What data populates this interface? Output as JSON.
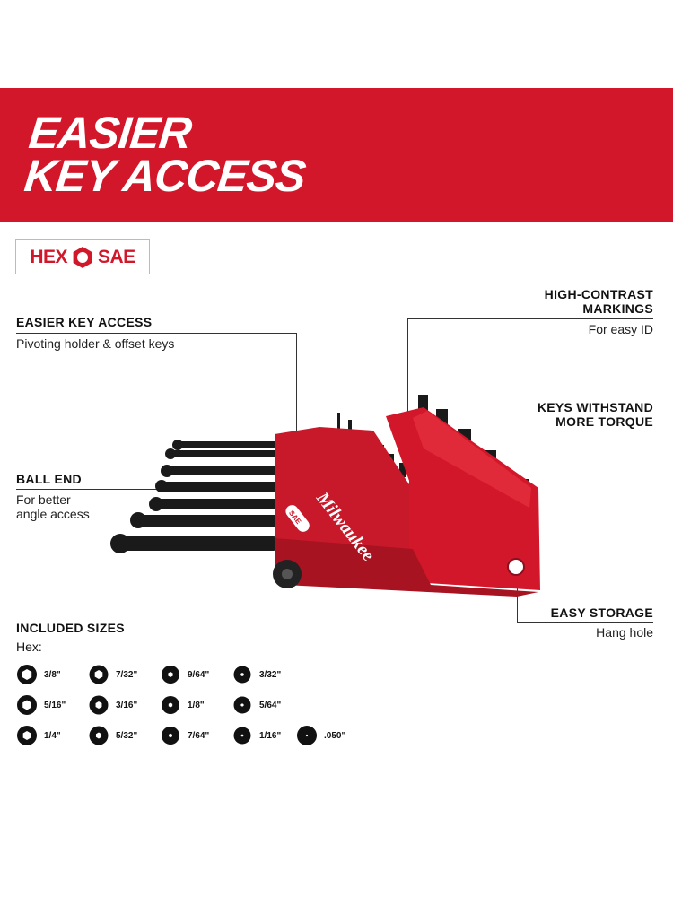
{
  "banner": {
    "line1": "EASIER",
    "line2": "KEY ACCESS",
    "color": "#d3172b"
  },
  "badge": {
    "left": "HEX",
    "right": "SAE",
    "icon": "hex-nut-icon"
  },
  "callouts": {
    "easier": {
      "title": "EASIER KEY ACCESS",
      "sub": "Pivoting holder & offset keys"
    },
    "ball": {
      "title": "BALL END",
      "sub1": "For better",
      "sub2": "angle access"
    },
    "contrast": {
      "title1": "HIGH-CONTRAST",
      "title2": "MARKINGS",
      "sub": "For easy ID"
    },
    "torque": {
      "title1": "KEYS WITHSTAND",
      "title2": "MORE TORQUE"
    },
    "storage": {
      "title": "EASY STORAGE",
      "sub": "Hang hole"
    }
  },
  "product": {
    "brand": "Milwaukee",
    "tag": "SAE"
  },
  "sizes": {
    "title": "INCLUDED SIZES",
    "sub": "Hex:",
    "items": [
      "3/8\"",
      "7/32\"",
      "9/64\"",
      "3/32\"",
      "5/16\"",
      "3/16\"",
      "1/8\"",
      "5/64\"",
      "1/4\"",
      "5/32\"",
      "7/64\"",
      "1/16\"",
      ".050\""
    ]
  }
}
